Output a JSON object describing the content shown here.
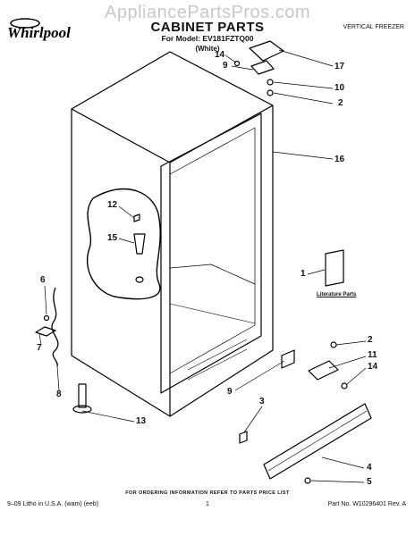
{
  "watermark": "AppliancePartsPros.com",
  "brand": "Whirlpool",
  "header": {
    "title": "CABINET PARTS",
    "model": "For Model: EV181FZTQ00",
    "color": "(White)",
    "category": "VERTICAL FREEZER"
  },
  "callouts": [
    "14",
    "9",
    "17",
    "10",
    "2",
    "16",
    "12",
    "15",
    "1",
    "6",
    "7",
    "8",
    "13",
    "2",
    "11",
    "14",
    "9",
    "3",
    "4",
    "5"
  ],
  "literature_label": "Literature Parts",
  "order_note": "FOR ORDERING INFORMATION REFER TO PARTS PRICE LIST",
  "footer": {
    "left": "9–09 Litho in U.S.A. (wam) (eeb)",
    "page": "1",
    "right": "Part No. W10296401 Rev. A"
  }
}
